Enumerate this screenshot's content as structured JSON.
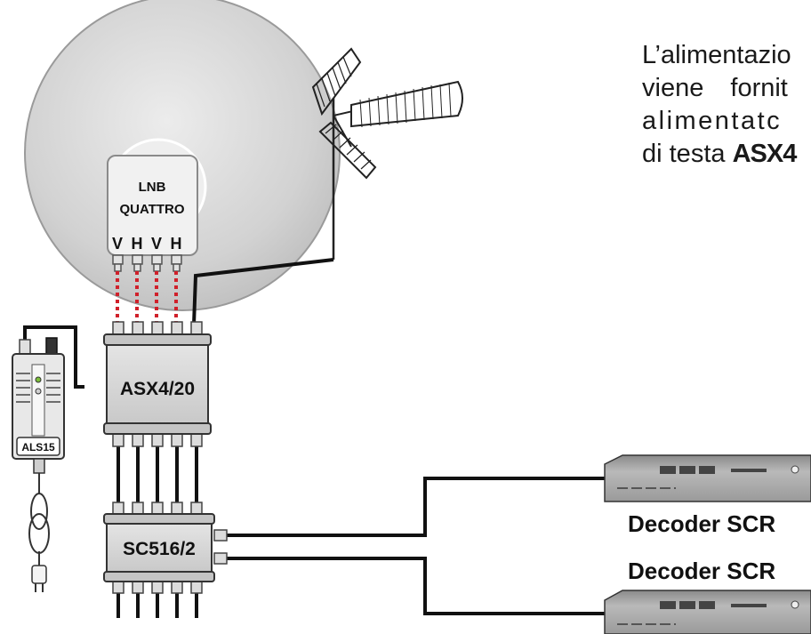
{
  "description": {
    "line1": "L’alimentazio",
    "line2": "viene fornit",
    "line3": "alimentatc",
    "line4_prefix": "di testa ",
    "line4_bold": "ASX4"
  },
  "lnb": {
    "label_line1": "LNB",
    "label_line2": "QUATTRO",
    "ports": [
      "V",
      "H",
      "V",
      "H"
    ]
  },
  "multiswitch": {
    "label": "ASX4/20"
  },
  "splitter": {
    "label": "SC516/2"
  },
  "power_supply": {
    "label": "ALS15"
  },
  "decoders": [
    {
      "label": "Decoder SCR"
    },
    {
      "label": "Decoder SCR"
    }
  ],
  "colors": {
    "cable": "#111111",
    "lnb_link": "#d0202a",
    "device_body": "#d9d9d9",
    "dish": "#cfcfcf"
  }
}
